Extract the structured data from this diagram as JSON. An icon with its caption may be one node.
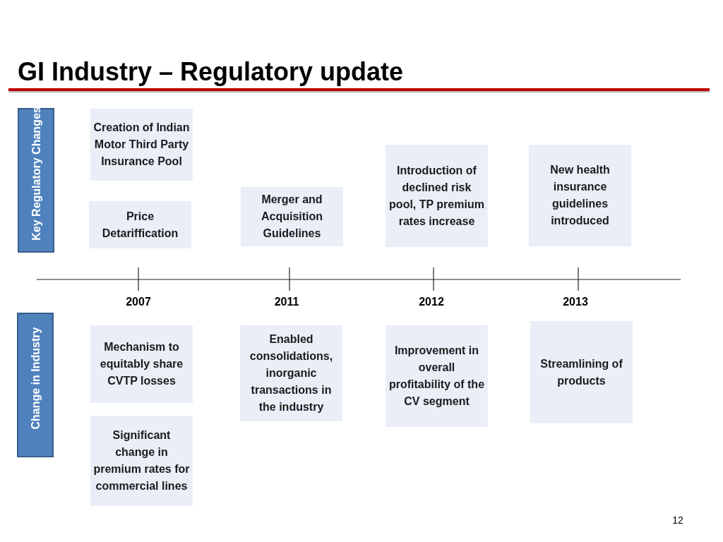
{
  "diagram": {
    "title": "GI Industry – Regulatory update",
    "nodes": [
      {
        "text": [
          "Key Regulatory Changes"
        ]
      },
      {
        "text": [
          "Creation of Indian Motor Third Party Insurance Pool"
        ]
      },
      {
        "text": [
          "Price Detariffication"
        ]
      },
      {
        "text": [
          "Merger and Acquisition Guidelines"
        ]
      },
      {
        "text": [
          "Introduction of declined risk pool, TP premium rates increase"
        ]
      },
      {
        "text": [
          "New health insurance guidelines introduced"
        ]
      },
      {
        "text": [
          "Change in Industry"
        ]
      },
      {
        "text": [
          "Mechanism to equitably share CVTP losses"
        ]
      },
      {
        "text": [
          "Significant change in premium rates for commercial lines"
        ]
      },
      {
        "text": [
          "Enabled consolidations, inorganic transactions in the industry"
        ]
      },
      {
        "text": [
          "Improvement in overall profitability of the CV segment"
        ]
      },
      {
        "text": [
          "Streamlining of products"
        ]
      }
    ],
    "labels": [
      "2007",
      "2011",
      "2012",
      "2013",
      "12"
    ]
  }
}
